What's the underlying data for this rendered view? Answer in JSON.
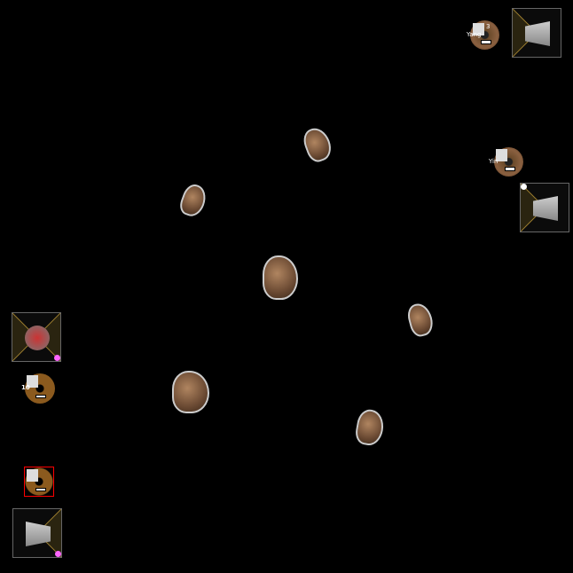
{
  "ships": [
    {
      "pilot": "Yang",
      "dial_label": "3",
      "faction_color": "#ffffff"
    },
    {
      "pilot": "Yin",
      "faction_color": "#ffffff"
    },
    {
      "dial_number": "10",
      "marker_color": "#ff66ff"
    },
    {
      "marker_color": "#ff66ff",
      "selected_border": "#ff0000"
    }
  ],
  "stats_colors": [
    "#ffff00",
    "#ff8800",
    "#33cc33",
    "#ff3333",
    "#4488ff"
  ]
}
